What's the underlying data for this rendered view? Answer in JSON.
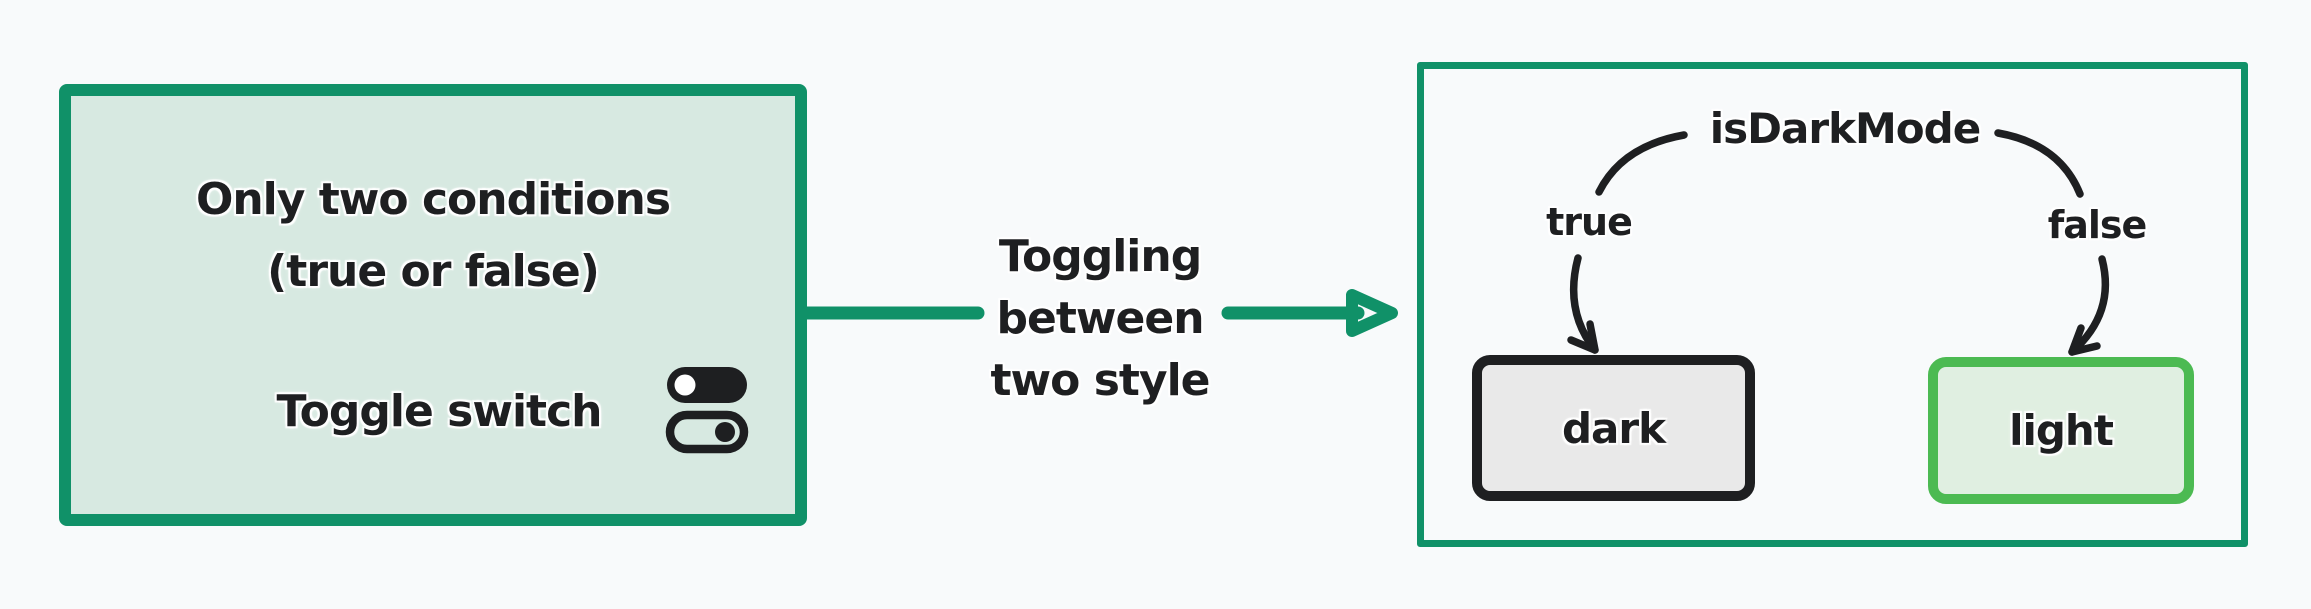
{
  "colors": {
    "background": "#f8fafb",
    "green_dark": "#109168",
    "green_bright": "#4cba52",
    "mint_fill": "#d7e9e1",
    "light_fill": "#e0efe1",
    "dark_fill": "#e9e9e9",
    "ink": "#1e1f21"
  },
  "left_box": {
    "line1": "Only two conditions",
    "line2": "(true or false)",
    "toggle_label": "Toggle switch"
  },
  "connector": {
    "label_lines": [
      "Toggling",
      "between",
      "two style"
    ]
  },
  "right_box": {
    "title": "isDarkMode",
    "true_label": "true",
    "false_label": "false",
    "dark_label": "dark",
    "light_label": "light"
  }
}
